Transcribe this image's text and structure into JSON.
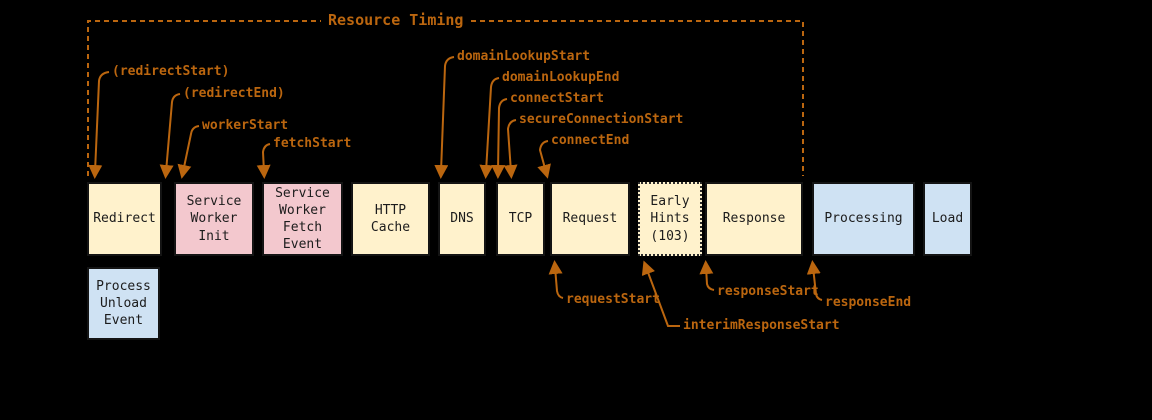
{
  "diagram": {
    "title": "Resource Timing",
    "boxes": [
      {
        "label": "Redirect"
      },
      {
        "label": "Service\nWorker\nInit"
      },
      {
        "label": "Service\nWorker\nFetch\nEvent"
      },
      {
        "label": "HTTP\nCache"
      },
      {
        "label": "DNS"
      },
      {
        "label": "TCP"
      },
      {
        "label": "Request"
      },
      {
        "label": "Early\nHints\n(103)"
      },
      {
        "label": "Response"
      },
      {
        "label": "Processing"
      },
      {
        "label": "Load"
      }
    ],
    "unload_box": {
      "label": "Process\nUnload\nEvent"
    },
    "annotations": {
      "redirect_start": "(redirectStart)",
      "redirect_end": "(redirectEnd)",
      "worker_start": "workerStart",
      "fetch_start": "fetchStart",
      "domain_lookup_start": "domainLookupStart",
      "domain_lookup_end": "domainLookupEnd",
      "connect_start": "connectStart",
      "secure_connection_start": "secureConnectionStart",
      "connect_end": "connectEnd",
      "request_start": "requestStart",
      "interim_response_start": "interimResponseStart",
      "response_start": "responseStart",
      "response_end": "responseEnd"
    },
    "colors": {
      "background": "#000000",
      "annotation_orange": "#BB660F",
      "box_cream": "#FFF2CC",
      "box_pink": "#F3C8CE",
      "box_blue": "#CFE2F3",
      "box_border": "#141414"
    }
  }
}
